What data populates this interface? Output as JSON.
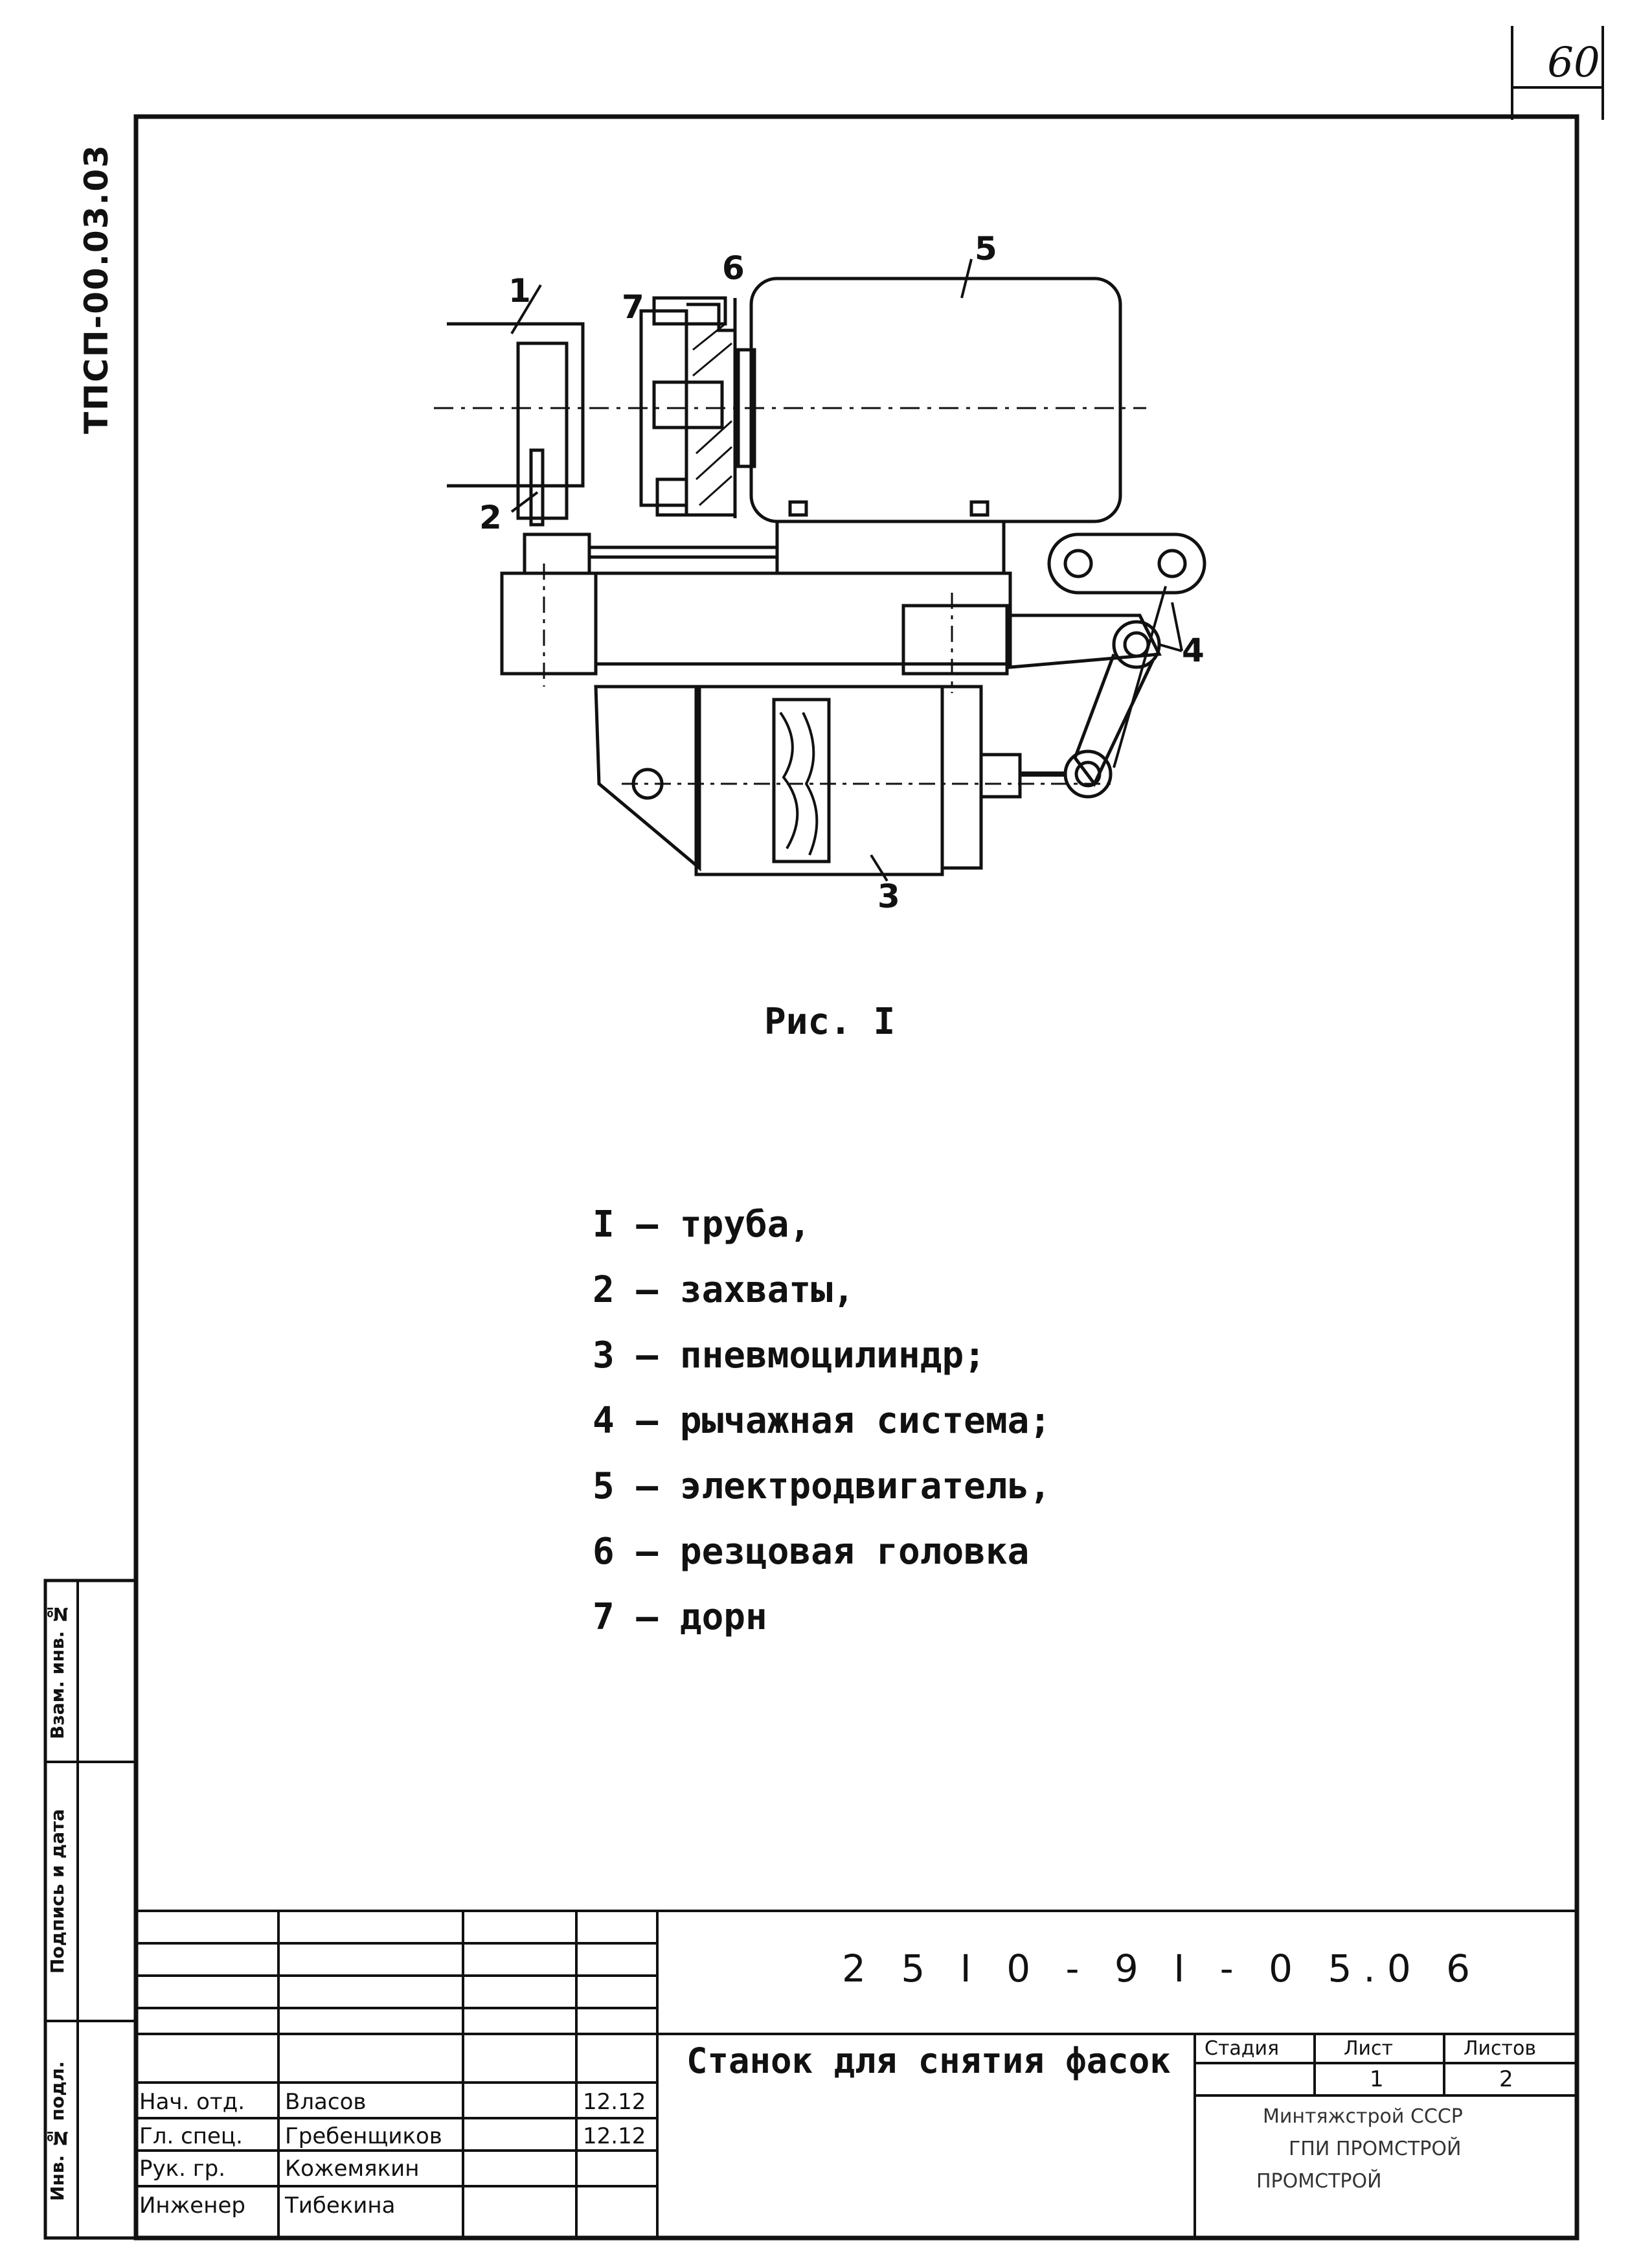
{
  "page_number": "60",
  "side_code": "ТПСП-00.03.03",
  "side_stamp": {
    "inv_no": "Инв. № подл.",
    "signature_date": "Подпись и дата",
    "replace_inv": "Взам. инв. №"
  },
  "figure": {
    "callouts": [
      "1",
      "2",
      "3",
      "4",
      "5",
      "6",
      "7"
    ],
    "caption": "Рис. I"
  },
  "legend": [
    "I – труба,",
    "2 – захваты,",
    "3 – пневмоцилиндр;",
    "4 – рычажная система;",
    "5 – электродвигатель,",
    "6 – резцовая головка",
    "7 – дорн"
  ],
  "title_block": {
    "doc_code": "2 5 I 0 - 9 I - 0 5.0 6",
    "title": "Станок для снятия фасок",
    "roles": [
      {
        "role": "Нач. отд.",
        "name": "Власов",
        "date": "12.12"
      },
      {
        "role": "Гл. спец.",
        "name": "Гребенщиков",
        "date": "12.12"
      },
      {
        "role": "Рук. гр.",
        "name": "Кожемякин",
        "date": ""
      },
      {
        "role": "Инженер",
        "name": "Тибекина",
        "date": ""
      }
    ],
    "stage_label": "Стадия",
    "sheet_label": "Лист",
    "sheets_label": "Листов",
    "stage_value": "",
    "sheet_value": "1",
    "sheets_value": "2",
    "org_lines": [
      "Минтяжстрой СССР",
      "ГПИ ПРОМСТРОЙ",
      "ПРОМСТРОЙ"
    ]
  }
}
